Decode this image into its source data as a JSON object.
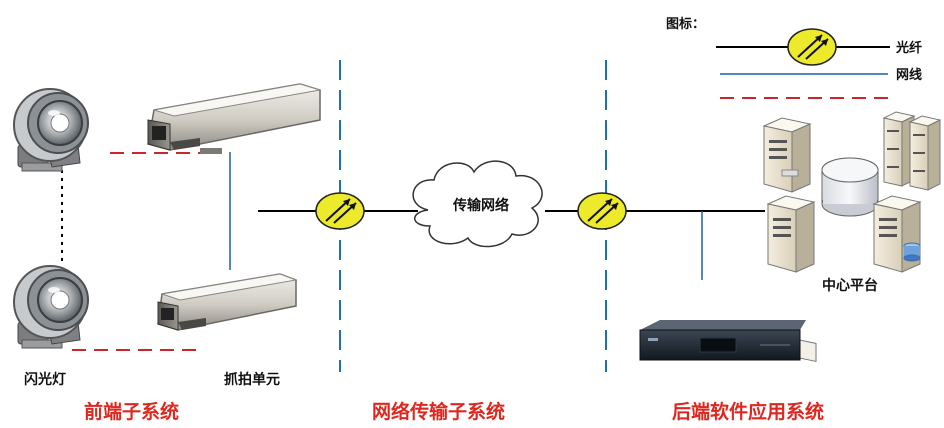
{
  "legend": {
    "title": "图标：",
    "fiber_label": "光纤",
    "network_label": "网线"
  },
  "labels": {
    "strobe": "闪光灯",
    "capture_unit": "抓拍单元",
    "transport_network": "传输网络",
    "center_platform": "中心平台"
  },
  "sections": {
    "front_end": "前端子系统",
    "network_transport": "网络传输子系统",
    "back_end": "后端软件应用系统"
  },
  "colors": {
    "fiber_line": "#000000",
    "network_line": "#1f5fa8",
    "dashed_line": "#c8282a",
    "divider": "#1f6fb0",
    "section_text": "#e0271f",
    "converter_fill": "#ecea2a"
  }
}
